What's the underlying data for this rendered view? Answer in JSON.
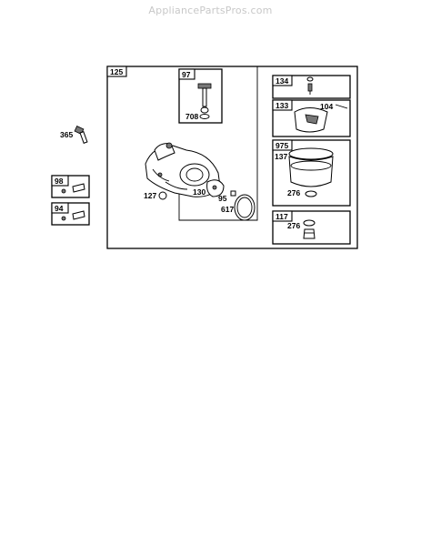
{
  "watermark": "AppliancePartsPros.com",
  "parts": {
    "main_group": "125",
    "bowl_nut_assembly": "97",
    "bowl_nut_ref": "708",
    "bolt": "365",
    "kit_98": "98",
    "kit_94": "94",
    "gasket_127": "127",
    "gasket_130": "130",
    "part_95": "95",
    "ring_617": "617",
    "needle_kit": "134",
    "float_kit": "133",
    "float_pin": "104",
    "bowl_kit": "975",
    "bowl": "137",
    "bowl_gasket": "276",
    "nut_kit": "117",
    "nut_gasket": "276"
  }
}
